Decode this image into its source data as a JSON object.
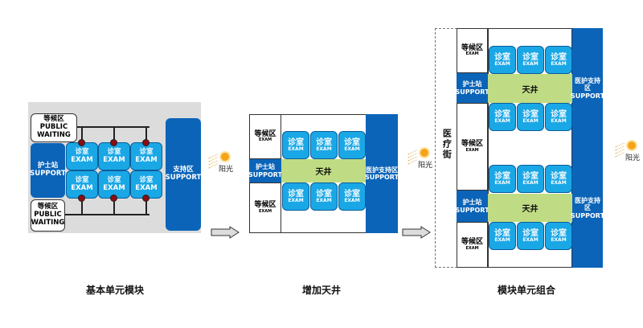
{
  "labels": {
    "waiting": "等候区",
    "public": "PUBLIC",
    "waiting_en": "WAITING",
    "exam_en": "EXAM",
    "nurse": "护士站",
    "support_en": "SUPPORT",
    "support": "支持区",
    "medical_support": "医护支持区",
    "exam": "诊室",
    "courtyard": "天井",
    "street": "医疗街",
    "sunlight": "阳光"
  },
  "captions": [
    "基本单元模块",
    "增加天井",
    "模块单元组合"
  ],
  "colors": {
    "blue": "#0b64b8",
    "exam": "#1aa7e6",
    "green": "#bfdc84",
    "sun": "#f7a21b"
  }
}
